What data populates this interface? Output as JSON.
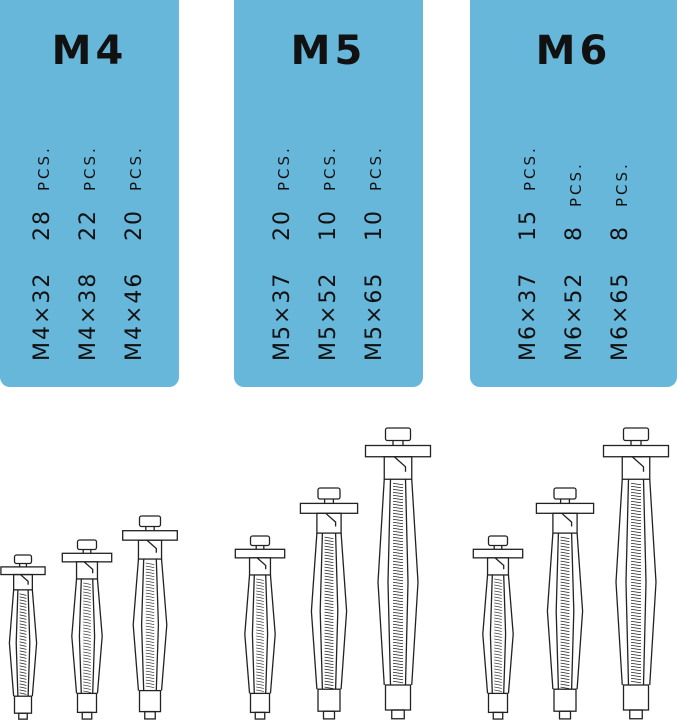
{
  "colors": {
    "card": "#67b7da",
    "text": "#111111",
    "line": "#222222"
  },
  "groups": [
    {
      "title": "M4",
      "items": [
        {
          "size": "M4×32",
          "qty": "28",
          "unit": "PCS."
        },
        {
          "size": "M4×38",
          "qty": "22",
          "unit": "PCS."
        },
        {
          "size": "M4×46",
          "qty": "20",
          "unit": "PCS."
        }
      ]
    },
    {
      "title": "M5",
      "items": [
        {
          "size": "M5×37",
          "qty": "20",
          "unit": "PCS."
        },
        {
          "size": "M5×52",
          "qty": "10",
          "unit": "PCS."
        },
        {
          "size": "M5×65",
          "qty": "10",
          "unit": "PCS."
        }
      ]
    },
    {
      "title": "M6",
      "items": [
        {
          "size": "M6×37",
          "qty": "15",
          "unit": "PCS."
        },
        {
          "size": "M6×52",
          "qty": "8",
          "unit": "PCS."
        },
        {
          "size": "M6×65",
          "qty": "8",
          "unit": "PCS."
        }
      ]
    }
  ]
}
